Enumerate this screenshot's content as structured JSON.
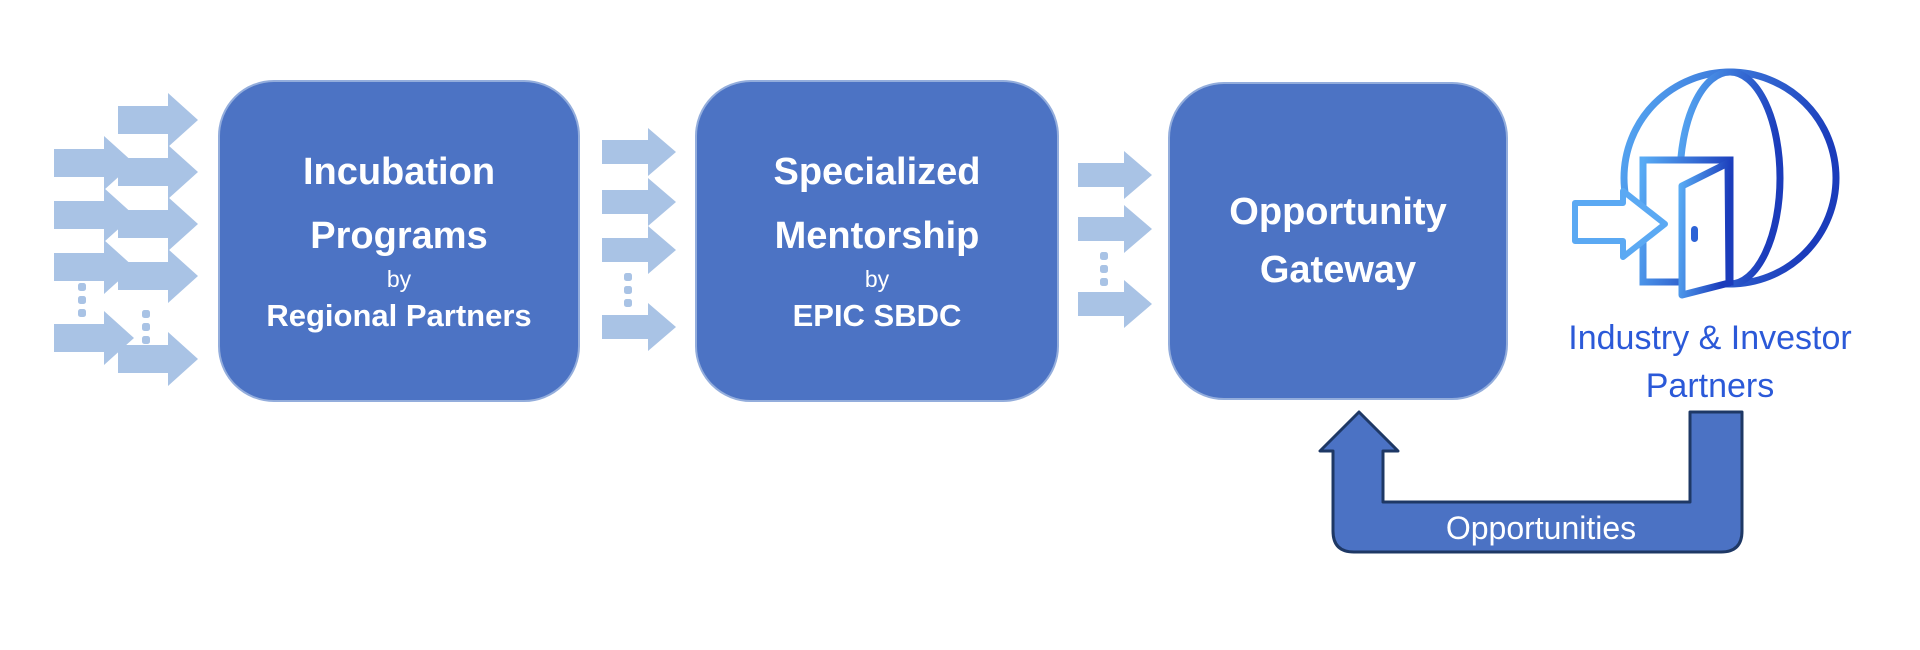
{
  "colors": {
    "box_fill": "#4C73C4",
    "box_border": "#93ADDC",
    "arrow_light": "#A9C3E5",
    "feedback_fill": "#4B72C4",
    "feedback_border": "#1E3865",
    "partner_text": "#2B59D8",
    "globe_gradient_start": "#58ABF4",
    "globe_gradient_end": "#1B3CBB",
    "stage_text": "#FFFFFF"
  },
  "stages": [
    {
      "title_line1": "Incubation",
      "title_line2": "Programs",
      "connector": "by",
      "org": "Regional Partners"
    },
    {
      "title_line1": "Specialized",
      "title_line2": "Mentorship",
      "connector": "by",
      "org": "EPIC SBDC"
    },
    {
      "title_line1": "Opportunity",
      "title_line2": "Gateway"
    }
  ],
  "funnel_columns": [
    {
      "position": "far-left",
      "pattern": [
        "arrow",
        "arrow",
        "arrow",
        "ellipsis",
        "arrow"
      ]
    },
    {
      "position": "left",
      "pattern": [
        "arrow",
        "arrow",
        "arrow",
        "arrow",
        "ellipsis",
        "arrow"
      ]
    },
    {
      "position": "between-stage-1-2",
      "pattern": [
        "arrow",
        "arrow",
        "arrow",
        "ellipsis",
        "arrow"
      ]
    },
    {
      "position": "between-stage-2-3",
      "pattern": [
        "arrow",
        "arrow",
        "ellipsis",
        "arrow"
      ]
    }
  ],
  "partners": {
    "icon": "globe-door-icon",
    "label_line1": "Industry & Investor",
    "label_line2": "Partners"
  },
  "feedback": {
    "label": "Opportunities"
  }
}
